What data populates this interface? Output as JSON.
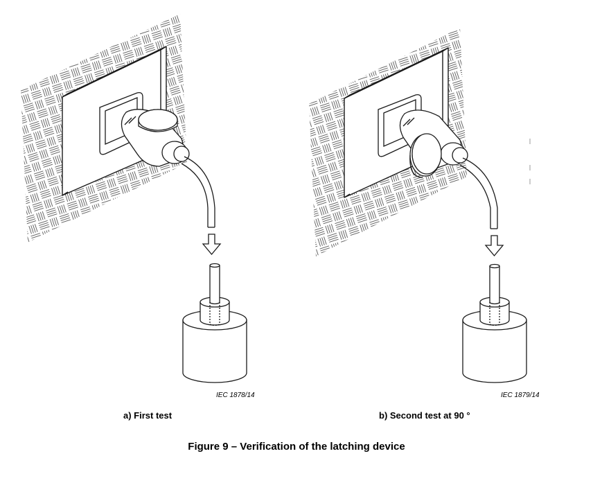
{
  "figure": {
    "caption": "Figure 9 – Verification of the latching device",
    "panels": [
      {
        "ref_code": "IEC  1878/14",
        "caption": "a) First test",
        "latch_position": "top"
      },
      {
        "ref_code": "IEC  1879/14",
        "caption": "b) Second test at 90 °",
        "latch_position": "side"
      }
    ]
  },
  "colors": {
    "line": "#1a1a1a",
    "fill": "#ffffff",
    "hatch": "#555555"
  }
}
